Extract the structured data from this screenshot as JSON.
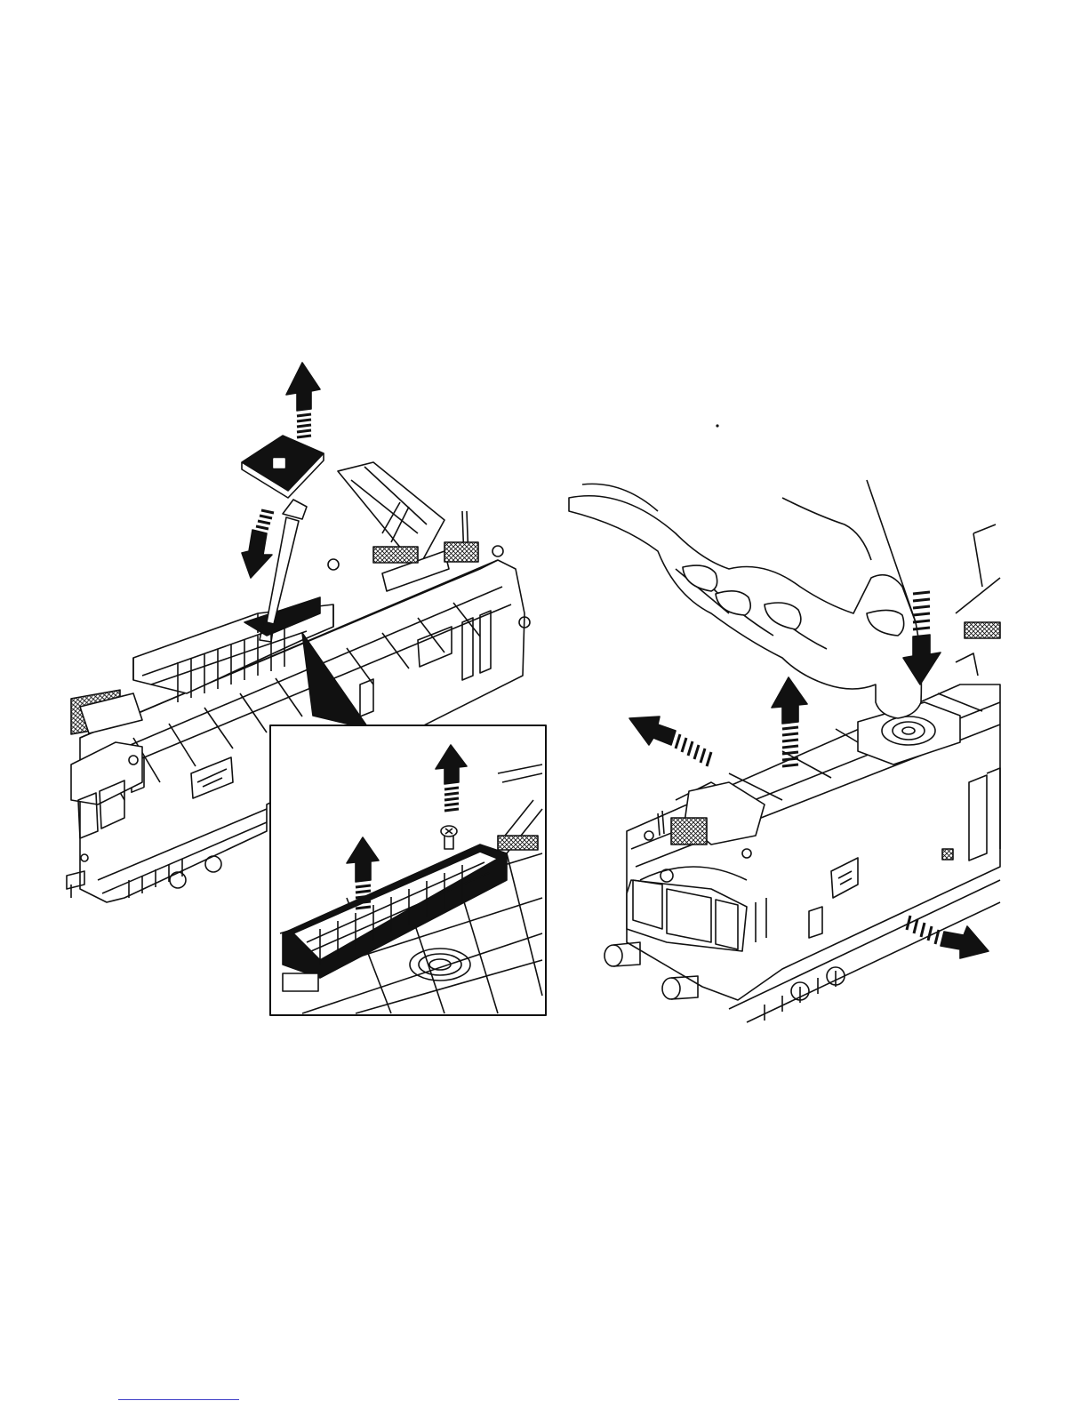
{
  "page": {
    "background": "#ffffff",
    "ink": "#111111"
  },
  "figures": [
    {
      "id": "left-figure",
      "subject": "locomotive-cover-removal",
      "icons": [
        "up-arrow-icon",
        "down-arrow-icon",
        "screwdriver-icon",
        "cover-plate-icon",
        "pantograph-icon"
      ],
      "inset": {
        "icons": [
          "up-arrow-icon",
          "screw-icon",
          "mount-frame-icon",
          "speaker-icon"
        ]
      }
    },
    {
      "id": "right-figure",
      "subject": "locomotive-speaker-press",
      "icons": [
        "hand-icon",
        "down-arrow-icon",
        "up-arrow-icon",
        "left-arrow-icon",
        "right-arrow-icon",
        "speaker-icon"
      ]
    }
  ],
  "footer": {
    "link_color": "#4040c8"
  }
}
